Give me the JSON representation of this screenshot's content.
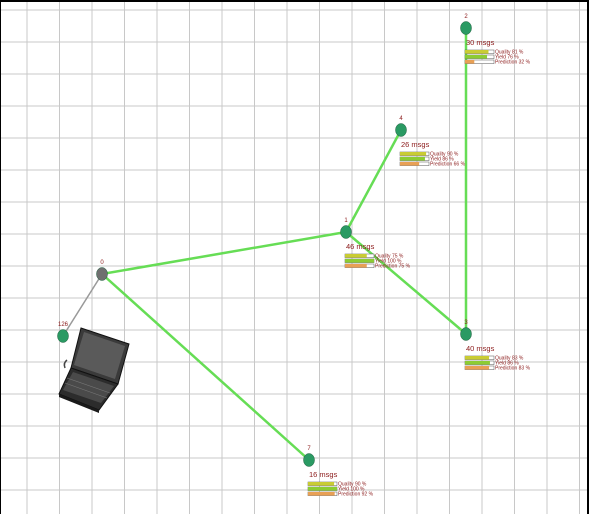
{
  "network": {
    "colors": {
      "grid": "#c8c8c8",
      "link": "#66dd55",
      "link_gray": "#999999",
      "node": "#2a9a63",
      "node_gray": "#6f6f6f",
      "label": "#8b1a1a",
      "bar_quality": "#c9cc33",
      "bar_yield": "#8ccc33",
      "bar_prediction": "#e8a055"
    },
    "nodes": [
      {
        "id": "0",
        "icon": "gray-node"
      },
      {
        "id": "1",
        "msgs": "46 msgs",
        "stats": [
          {
            "label": "Quality 75 %",
            "value": 75
          },
          {
            "label": "Yield 100 %",
            "value": 100
          },
          {
            "label": "Prediction 75 %",
            "value": 75
          }
        ]
      },
      {
        "id": "2",
        "msgs": "30 msgs",
        "stats": [
          {
            "label": "Quality 81 %",
            "value": 81
          },
          {
            "label": "Yield 76 %",
            "value": 76
          },
          {
            "label": "Prediction 32 %",
            "value": 32
          }
        ]
      },
      {
        "id": "3",
        "msgs": "40 msgs",
        "stats": [
          {
            "label": "Quality 83 %",
            "value": 83
          },
          {
            "label": "Yield 86 %",
            "value": 86
          },
          {
            "label": "Prediction 83 %",
            "value": 83
          }
        ]
      },
      {
        "id": "4",
        "msgs": "26 msgs",
        "stats": [
          {
            "label": "Quality 90 %",
            "value": 90
          },
          {
            "label": "Yield 86 %",
            "value": 86
          },
          {
            "label": "Prediction 66 %",
            "value": 66
          }
        ]
      },
      {
        "id": "7",
        "msgs": "16 msgs",
        "stats": [
          {
            "label": "Quality 90 %",
            "value": 90
          },
          {
            "label": "Yield 100 %",
            "value": 100
          },
          {
            "label": "Prediction 92 %",
            "value": 92
          }
        ]
      },
      {
        "id": "126"
      }
    ],
    "links": [
      {
        "from": "0",
        "to": "1"
      },
      {
        "from": "0",
        "to": "7"
      },
      {
        "from": "0",
        "to": "126",
        "style": "gray"
      },
      {
        "from": "1",
        "to": "4"
      },
      {
        "from": "1",
        "to": "3"
      },
      {
        "from": "2",
        "to": "3"
      }
    ],
    "laptop_icon": "laptop-icon"
  }
}
